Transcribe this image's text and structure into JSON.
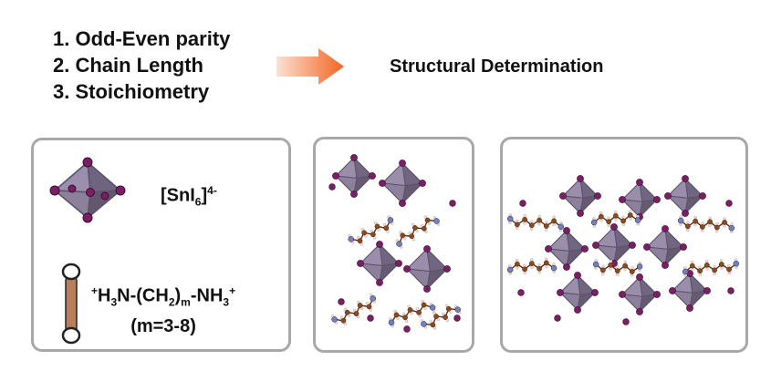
{
  "factors": [
    {
      "label": "1. Odd-Even parity"
    },
    {
      "label": "2. Chain Length"
    },
    {
      "label": "3. Stoichiometry"
    }
  ],
  "arrow": {
    "colors": [
      "#fbe1d2",
      "#f26522"
    ]
  },
  "result_title": "Structural Determination",
  "legend": {
    "octahedron": {
      "prefix": "[SnI",
      "sub": "6",
      "suffix": "]",
      "sup": "4-"
    },
    "linker": {
      "p1": "H",
      "s1": "3",
      "p2": "N-(CH",
      "s2": "2",
      "p3": ")",
      "s3": "m",
      "p4": "-NH",
      "s4": "3",
      "sup_plus": "+",
      "range": "(m=3-8)"
    }
  },
  "colors": {
    "octahedron_face": "#7f7390",
    "octahedron_edge": "#5c5269",
    "iodine": "#7a1e66",
    "carbon": "#8a4a22",
    "nitrogen": "#6e80c8",
    "hydrogen": "#f4d9d4",
    "panel_border": "#a8a8a8",
    "linker_body": "#b87f5a"
  }
}
